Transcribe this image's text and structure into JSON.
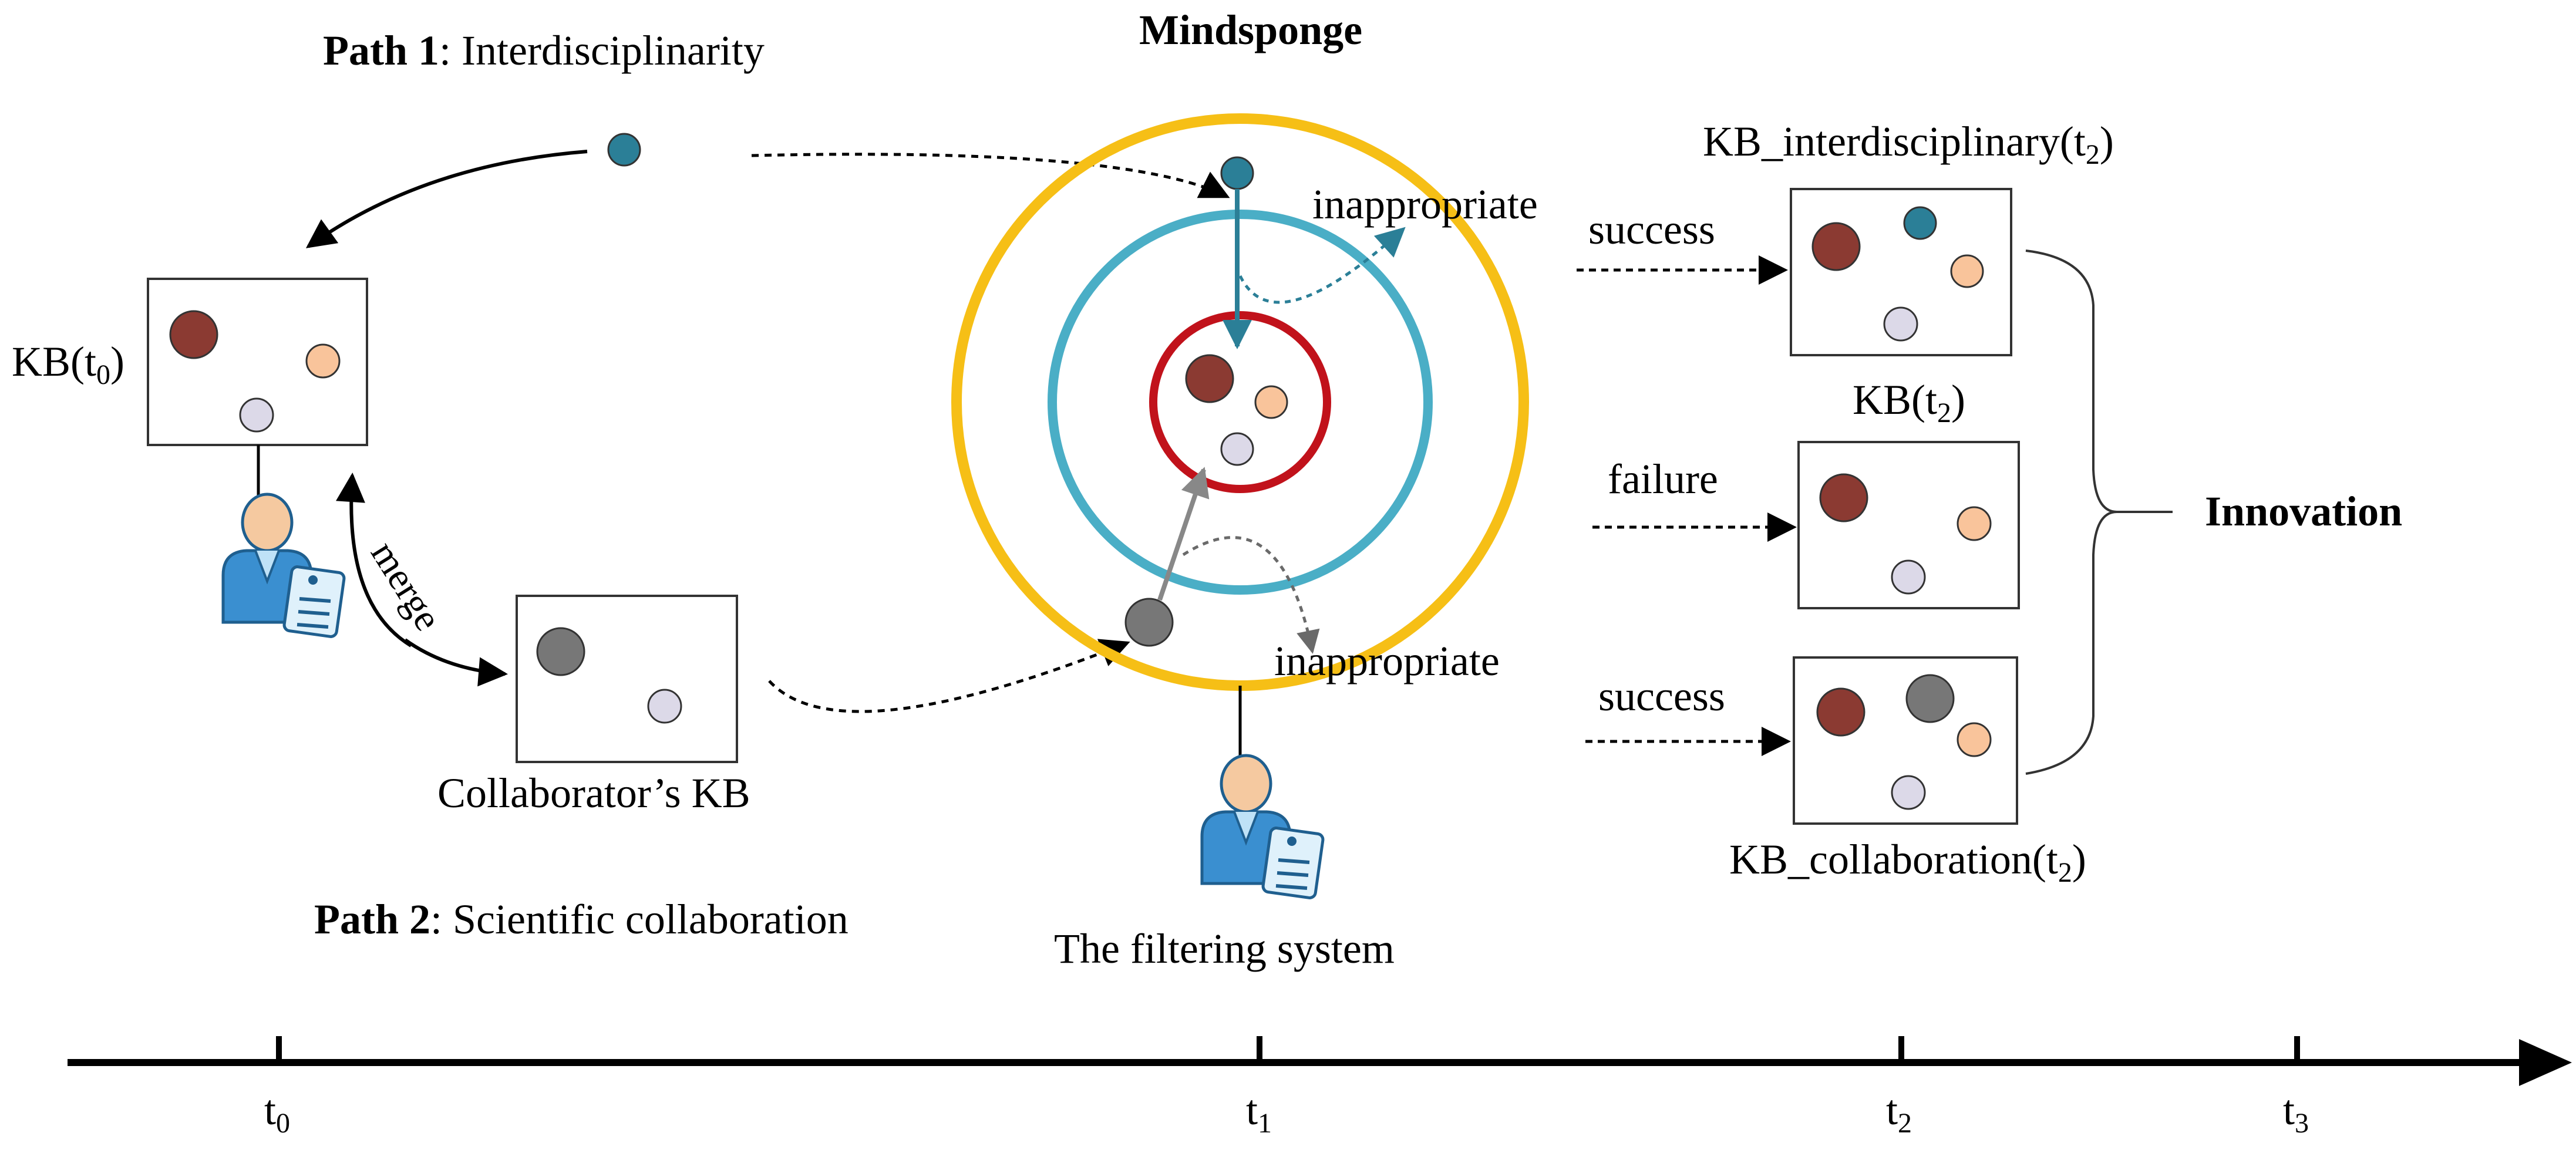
{
  "colors": {
    "teal_dot": "#2b7f97",
    "brown_dot": "#8b3a32",
    "peach_dot": "#f9c49b",
    "lavender_dot": "#dcd9e8",
    "gray_dot": "#777777",
    "outer_ring": "#f6bf16",
    "middle_ring": "#4aaec6",
    "inner_ring": "#c1121b",
    "person_blue": "#3a8fd0",
    "person_skin": "#f5c9a0"
  },
  "icons": [
    "person-with-id-card-icon"
  ],
  "path1": {
    "bold": "Path 1",
    "rest": ": Interdisciplinarity"
  },
  "path2": {
    "bold": "Path 2",
    "rest": ": Scientific collaboration"
  },
  "mindsponge_title": "Mindsponge",
  "kb_t0": {
    "prefix": "KB(t",
    "sub": "0",
    "suffix": ")"
  },
  "collaborator_kb": "Collaborator’s KB",
  "merge_label": "merge",
  "inappropriate_top": "inappropriate",
  "inappropriate_bottom": "inappropriate",
  "filtering_system": "The filtering system",
  "outcomes": [
    {
      "arrow_label": "success",
      "kb": {
        "prefix": "KB_interdisciplinary(t",
        "sub": "2",
        "suffix": ")"
      }
    },
    {
      "arrow_label": "failure",
      "kb": {
        "prefix": "KB(t",
        "sub": "2",
        "suffix": ")"
      }
    },
    {
      "arrow_label": "success",
      "kb": {
        "prefix": "KB_collaboration(t",
        "sub": "2",
        "suffix": ")"
      }
    }
  ],
  "innovation": "Innovation",
  "timeline": {
    "ticks": [
      {
        "base": "t",
        "sub": "0"
      },
      {
        "base": "t",
        "sub": "1"
      },
      {
        "base": "t",
        "sub": "2"
      },
      {
        "base": "t",
        "sub": "3"
      }
    ]
  }
}
